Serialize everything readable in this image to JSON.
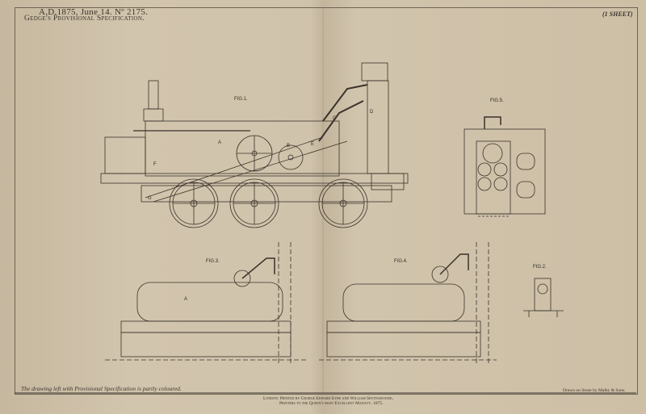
{
  "header": {
    "date_line": "A.D.1875, June 14. Nº 2175.",
    "title_line": "Gedge's Provisional Specification.",
    "sheet_label": "(1 SHEET)"
  },
  "footer": {
    "note": "The drawing left with Provisional Specification is partly coloured.",
    "lithographer": "Drawn on Stone by Malby & Sons.",
    "imprint_line1": "London: Printed by George Edward Eyre and William Spottiswoode,",
    "imprint_line2": "Printers to the Queen's most Excellent Majesty. 1875."
  },
  "figures": {
    "fig1": "FIG.1.",
    "fig2": "FIG.2.",
    "fig3": "FIG.3.",
    "fig4": "FIG.4.",
    "fig5": "FIG.5."
  },
  "reference_letters": {
    "a": "A",
    "b": "B",
    "c": "C",
    "d": "D",
    "e": "E",
    "f": "F",
    "g": "G"
  },
  "colors": {
    "paper": "#cdbfa7",
    "ink": "#3a332b"
  }
}
